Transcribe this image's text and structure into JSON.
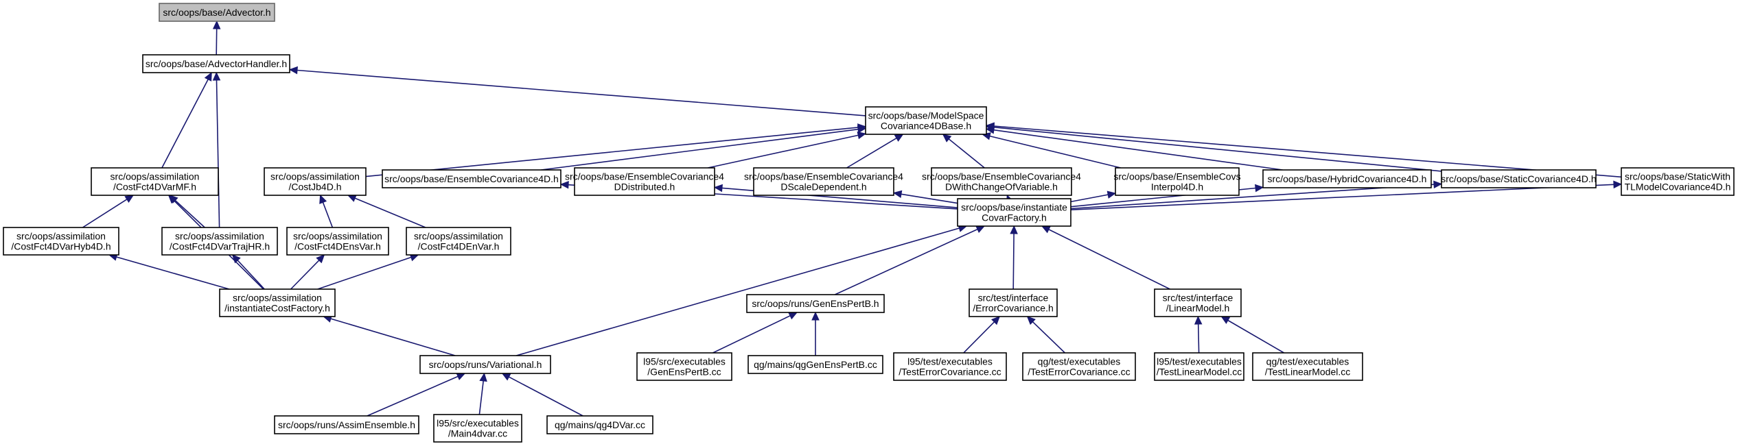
{
  "diagram": {
    "type": "include-dependency-graph",
    "nodes": [
      {
        "id": "n0",
        "lines": [
          "src/oops/base/Advector.h"
        ]
      },
      {
        "id": "n1",
        "lines": [
          "src/oops/base/AdvectorHandler.h"
        ]
      },
      {
        "id": "n2",
        "lines": [
          "src/oops/base/ModelSpace",
          "Covariance4DBase.h"
        ]
      },
      {
        "id": "n3",
        "lines": [
          "src/oops/assimilation",
          "/CostFct4DVarMF.h"
        ]
      },
      {
        "id": "n4",
        "lines": [
          "src/oops/assimilation",
          "/CostFct4DVarHyb4D.h"
        ]
      },
      {
        "id": "n5",
        "lines": [
          "src/oops/assimilation",
          "/CostFct4DVarTrajHR.h"
        ]
      },
      {
        "id": "n6",
        "lines": [
          "src/oops/assimilation",
          "/CostJb4D.h"
        ]
      },
      {
        "id": "n7",
        "lines": [
          "src/oops/assimilation",
          "/CostFct4DEnsVar.h"
        ]
      },
      {
        "id": "n8",
        "lines": [
          "src/oops/assimilation",
          "/CostFct4DEnVar.h"
        ]
      },
      {
        "id": "n9",
        "lines": [
          "src/oops/assimilation",
          "/instantiateCostFactory.h"
        ]
      },
      {
        "id": "n10",
        "lines": [
          "src/oops/base/EnsembleCovariance4D.h"
        ]
      },
      {
        "id": "n11",
        "lines": [
          "src/oops/base/EnsembleCovariance4",
          "DDistributed.h"
        ]
      },
      {
        "id": "n12",
        "lines": [
          "src/oops/base/EnsembleCovariance4",
          "DScaleDependent.h"
        ]
      },
      {
        "id": "n13",
        "lines": [
          "src/oops/base/EnsembleCovariance4",
          "DWithChangeOfVariable.h"
        ]
      },
      {
        "id": "n14",
        "lines": [
          "src/oops/base/EnsembleCovs",
          "Interpol4D.h"
        ]
      },
      {
        "id": "n15",
        "lines": [
          "src/oops/base/HybridCovariance4D.h"
        ]
      },
      {
        "id": "n16",
        "lines": [
          "src/oops/base/StaticCovariance4D.h"
        ]
      },
      {
        "id": "n17",
        "lines": [
          "src/oops/base/StaticWith",
          "TLModelCovariance4D.h"
        ]
      },
      {
        "id": "n18",
        "lines": [
          "src/oops/base/instantiate",
          "CovarFactory.h"
        ]
      },
      {
        "id": "n19",
        "lines": [
          "src/oops/runs/GenEnsPertB.h"
        ]
      },
      {
        "id": "n20",
        "lines": [
          "src/test/interface",
          "/ErrorCovariance.h"
        ]
      },
      {
        "id": "n21",
        "lines": [
          "src/test/interface",
          "/LinearModel.h"
        ]
      },
      {
        "id": "n22",
        "lines": [
          "src/oops/runs/Variational.h"
        ]
      },
      {
        "id": "n23",
        "lines": [
          "l95/src/executables",
          "/GenEnsPertB.cc"
        ]
      },
      {
        "id": "n24",
        "lines": [
          "qg/mains/qgGenEnsPertB.cc"
        ]
      },
      {
        "id": "n25",
        "lines": [
          "l95/test/executables",
          "/TestErrorCovariance.cc"
        ]
      },
      {
        "id": "n26",
        "lines": [
          "qg/test/executables",
          "/TestErrorCovariance.cc"
        ]
      },
      {
        "id": "n27",
        "lines": [
          "l95/test/executables",
          "/TestLinearModel.cc"
        ]
      },
      {
        "id": "n28",
        "lines": [
          "qg/test/executables",
          "/TestLinearModel.cc"
        ]
      },
      {
        "id": "n29",
        "lines": [
          "src/oops/runs/AssimEnsemble.h"
        ]
      },
      {
        "id": "n30",
        "lines": [
          "l95/src/executables",
          "/Main4dvar.cc"
        ]
      },
      {
        "id": "n31",
        "lines": [
          "qg/mains/qg4DVar.cc"
        ]
      }
    ],
    "edges": [
      {
        "from": "n1",
        "to": "n0"
      },
      {
        "from": "n2",
        "to": "n1"
      },
      {
        "from": "n3",
        "to": "n1"
      },
      {
        "from": "n5",
        "to": "n1"
      },
      {
        "from": "n4",
        "to": "n3"
      },
      {
        "from": "n5",
        "to": "n3"
      },
      {
        "from": "n9",
        "to": "n3"
      },
      {
        "from": "n9",
        "to": "n4"
      },
      {
        "from": "n9",
        "to": "n5"
      },
      {
        "from": "n6",
        "to": "n2"
      },
      {
        "from": "n7",
        "to": "n6"
      },
      {
        "from": "n8",
        "to": "n6"
      },
      {
        "from": "n9",
        "to": "n7"
      },
      {
        "from": "n9",
        "to": "n8"
      },
      {
        "from": "n10",
        "to": "n2"
      },
      {
        "from": "n11",
        "to": "n2"
      },
      {
        "from": "n12",
        "to": "n2"
      },
      {
        "from": "n13",
        "to": "n2"
      },
      {
        "from": "n14",
        "to": "n2"
      },
      {
        "from": "n15",
        "to": "n2"
      },
      {
        "from": "n16",
        "to": "n2"
      },
      {
        "from": "n17",
        "to": "n2"
      },
      {
        "from": "n18",
        "to": "n10"
      },
      {
        "from": "n18",
        "to": "n11"
      },
      {
        "from": "n18",
        "to": "n12"
      },
      {
        "from": "n18",
        "to": "n13"
      },
      {
        "from": "n18",
        "to": "n14"
      },
      {
        "from": "n18",
        "to": "n15"
      },
      {
        "from": "n18",
        "to": "n16"
      },
      {
        "from": "n18",
        "to": "n17"
      },
      {
        "from": "n19",
        "to": "n18"
      },
      {
        "from": "n20",
        "to": "n18"
      },
      {
        "from": "n21",
        "to": "n18"
      },
      {
        "from": "n22",
        "to": "n18"
      },
      {
        "from": "n22",
        "to": "n9"
      },
      {
        "from": "n23",
        "to": "n19"
      },
      {
        "from": "n24",
        "to": "n19"
      },
      {
        "from": "n25",
        "to": "n20"
      },
      {
        "from": "n26",
        "to": "n20"
      },
      {
        "from": "n27",
        "to": "n21"
      },
      {
        "from": "n28",
        "to": "n21"
      },
      {
        "from": "n29",
        "to": "n22"
      },
      {
        "from": "n30",
        "to": "n22"
      },
      {
        "from": "n31",
        "to": "n22"
      }
    ],
    "colors": {
      "edge": "#191970",
      "node_border": "#000000",
      "root_fill": "#bfbfbf",
      "root_border": "#666666",
      "node_fill": "#ffffff"
    }
  }
}
